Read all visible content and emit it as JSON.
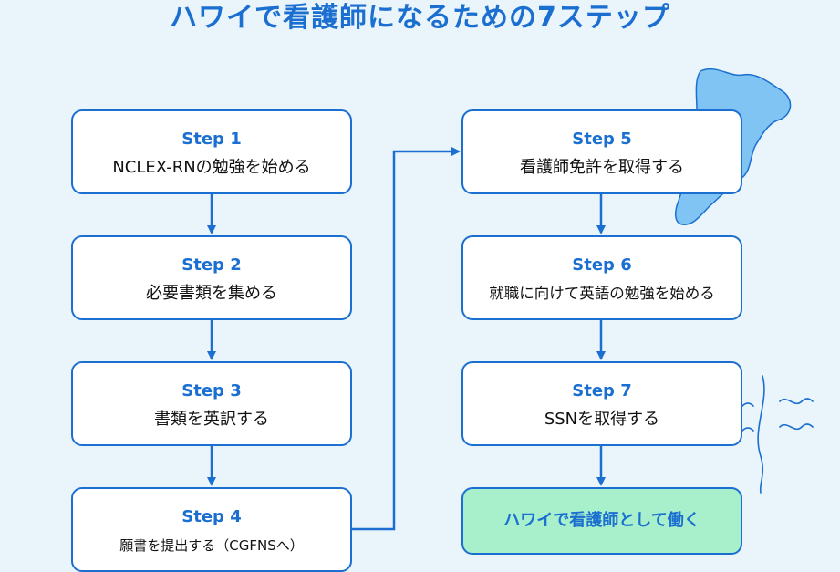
{
  "title": "ハワイで看護師になるための7ステップ",
  "steps": [
    {
      "label": "Step 1",
      "text": "NCLEX-RNの勉強を始める"
    },
    {
      "label": "Step 2",
      "text": "必要書類を集める"
    },
    {
      "label": "Step 3",
      "text": "書類を英訳する"
    },
    {
      "label": "Step 4",
      "text": "願書を提出する（CGFNSへ）"
    },
    {
      "label": "Step 5",
      "text": "看護師免許を取得する"
    },
    {
      "label": "Step 6",
      "text": "就職に向けて英語の勉強を始める"
    },
    {
      "label": "Step 7",
      "text": "SSNを取得する"
    }
  ],
  "final": "ハワイで看護師として働く",
  "colors": {
    "accent": "#1a6fd0",
    "background": "#eaf4fb",
    "final_fill": "#a8efcc",
    "island": "#7fc4f3"
  }
}
